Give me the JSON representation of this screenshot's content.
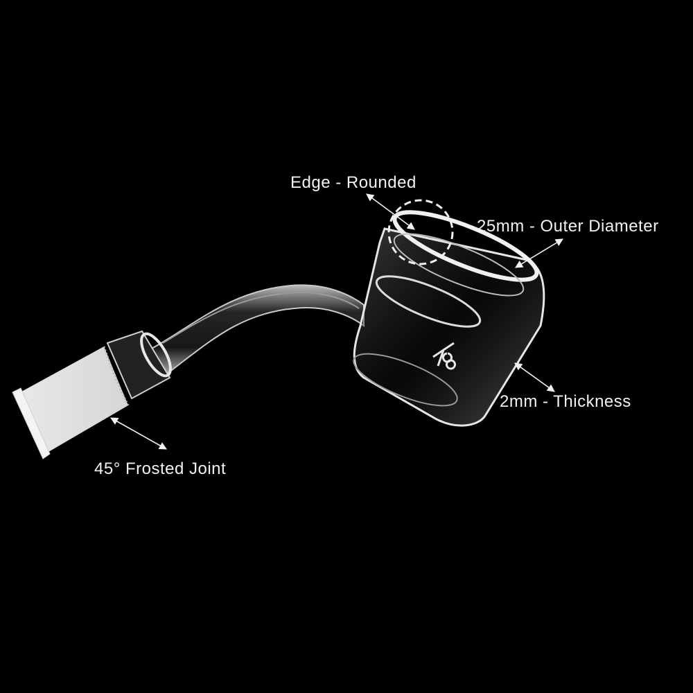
{
  "image": {
    "background_color": "#000000",
    "subject": "quartz banger nail with 45 degree frosted joint",
    "label_color": "#f2f2f2"
  },
  "annotations": [
    {
      "id": "edge",
      "text": "Edge - Rounded"
    },
    {
      "id": "outer_diameter",
      "text": "25mm - Outer Diameter"
    },
    {
      "id": "thickness",
      "text": "2mm - Thickness"
    },
    {
      "id": "joint",
      "text": "45° Frosted Joint"
    }
  ]
}
